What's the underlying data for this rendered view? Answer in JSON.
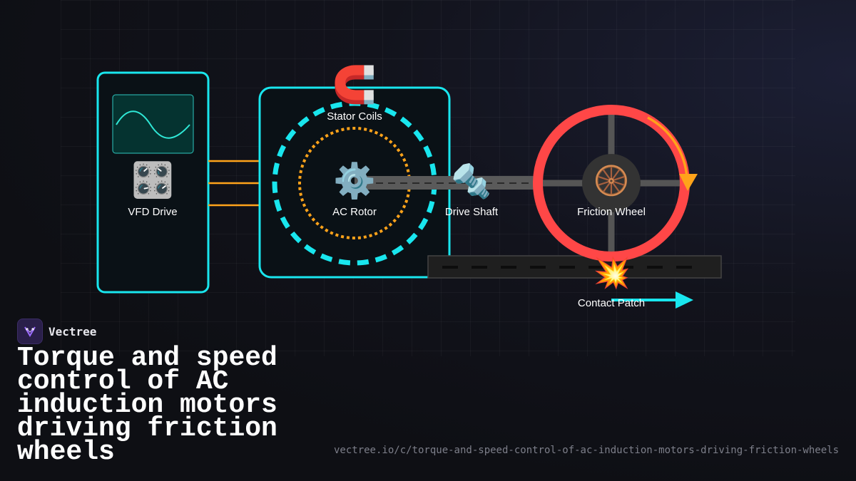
{
  "diagram": {
    "labels": {
      "vfd": "VFD Drive",
      "stator": "Stator Coils",
      "rotor": "AC Rotor",
      "shaft": "Drive Shaft",
      "wheel": "Friction Wheel",
      "contact": "Contact Patch"
    },
    "icons": {
      "vfd": "control-knobs-icon",
      "stator": "magnet-icon",
      "rotor": "gear-icon",
      "shaft": "bolt-icon",
      "wheel": "tire-icon",
      "contact": "collision-icon"
    },
    "glyphs": {
      "vfd": "🎛️",
      "stator": "🧲",
      "rotor": "⚙️",
      "shaft": "🔩",
      "wheel": "🛞",
      "contact": "💥"
    },
    "colors": {
      "cyan": "#19e6ee",
      "orange": "#ffa31a",
      "red": "#ff4747",
      "shaft": "#5a5a5a"
    }
  },
  "brand": {
    "name": "Vectree"
  },
  "title": "Torque and speed control of AC induction motors driving friction wheels",
  "url": "vectree.io/c/torque-and-speed-control-of-ac-induction-motors-driving-friction-wheels"
}
